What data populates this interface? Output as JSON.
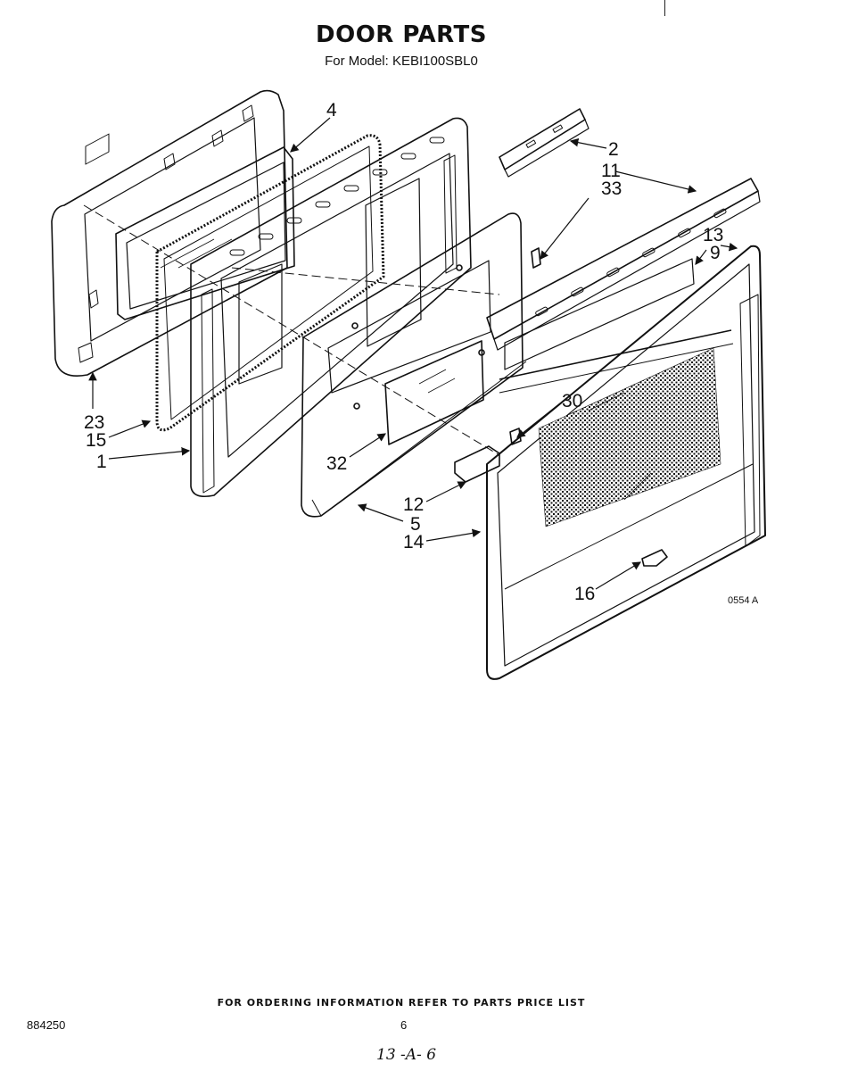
{
  "header": {
    "title": "DOOR PARTS",
    "subtitle": "For Model: KEBI100SBL0"
  },
  "diagram": {
    "reference_code": "0554 A",
    "callouts": [
      "2",
      "11",
      "33",
      "4",
      "13",
      "9",
      "23",
      "15",
      "1",
      "30",
      "32",
      "12",
      "5",
      "14",
      "16"
    ]
  },
  "footer": {
    "note": "FOR ORDERING INFORMATION REFER TO PARTS PRICE LIST",
    "doc_number": "884250",
    "page_number": "6",
    "handwritten": "13 -A- 6"
  }
}
